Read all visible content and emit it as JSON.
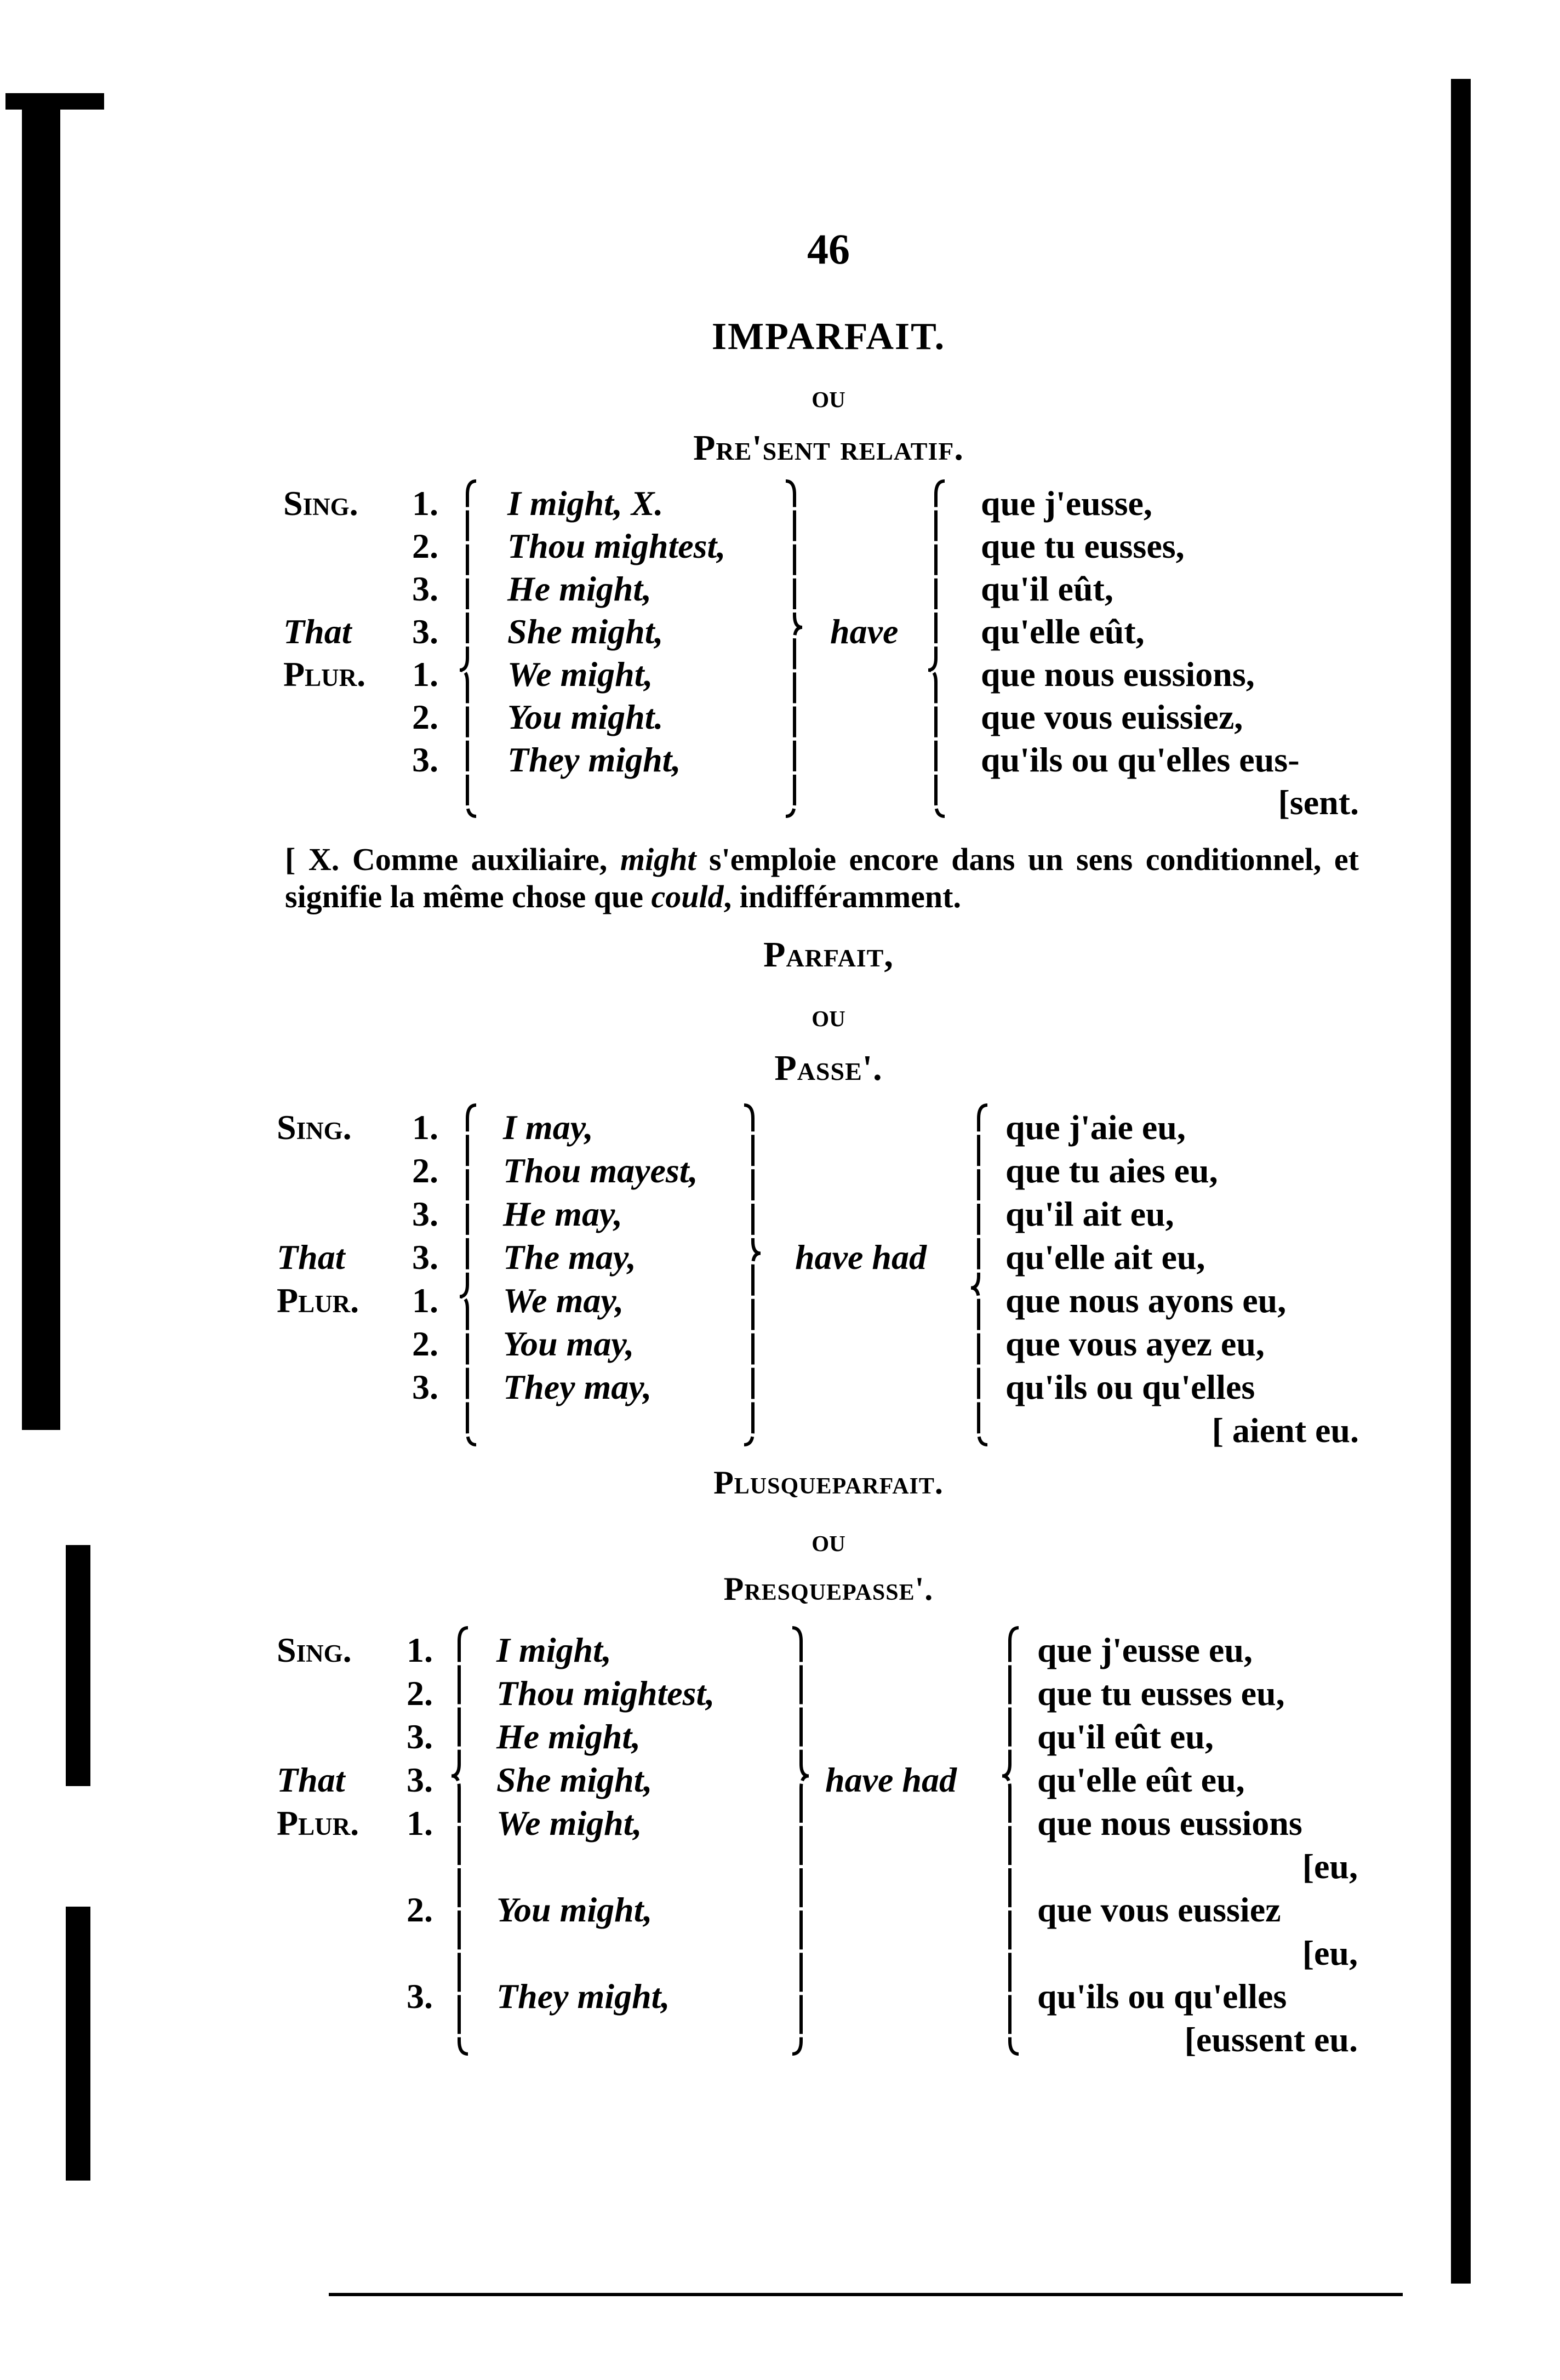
{
  "page_number": "46",
  "sections": [
    {
      "title": "IMPARFAIT.",
      "or": "ou",
      "subtitle": "Pre'sent relatif.",
      "middle": "have",
      "rows": [
        {
          "label": "Sing.",
          "num": "1.",
          "english": "I might, X.",
          "french": "que j'eusse,"
        },
        {
          "label": "",
          "num": "2.",
          "english": "Thou mightest,",
          "french": "que tu eusses,"
        },
        {
          "label": "",
          "num": "3.",
          "english": "He might,",
          "french": "qu'il eût,"
        },
        {
          "label": "That",
          "num": "3.",
          "english": "She might,",
          "french": "qu'elle eût,"
        },
        {
          "label": "Plur.",
          "num": "1.",
          "english": "We might,",
          "french": "que nous eussions,"
        },
        {
          "label": "",
          "num": "2.",
          "english": "You might.",
          "french": "que vous euissiez,"
        },
        {
          "label": "",
          "num": "3.",
          "english": "They might,",
          "french": "qu'ils ou qu'elles eus-"
        },
        {
          "label": "",
          "num": "",
          "english": "",
          "french": "[sent.",
          "french_align": "right"
        }
      ]
    },
    {
      "title": "Parfait,",
      "or": "ou",
      "subtitle": "",
      "middle": "have had",
      "rows": [
        {
          "label": "Sing.",
          "num": "1.",
          "english": "I may,",
          "french": "que j'aie eu,"
        },
        {
          "label": "",
          "num": "2.",
          "english": "Thou mayest,",
          "french": "que tu aies eu,"
        },
        {
          "label": "",
          "num": "3.",
          "english": "He may,",
          "french": "qu'il ait eu,"
        },
        {
          "label": "That",
          "num": "3.",
          "english": "The may,",
          "french": "qu'elle ait eu,"
        },
        {
          "label": "Plur.",
          "num": "1.",
          "english": "We may,",
          "french": "que nous ayons eu,"
        },
        {
          "label": "",
          "num": "2.",
          "english": "You may,",
          "french": "que vous ayez eu,"
        },
        {
          "label": "",
          "num": "3.",
          "english": "They may,",
          "french": "qu'ils ou qu'elles"
        },
        {
          "label": "",
          "num": "",
          "english": "",
          "french": "[ aient eu.",
          "french_align": "right"
        }
      ]
    },
    {
      "title": "Plusqueparfait.",
      "or": "ou",
      "subtitle": "Presquepasse'.",
      "middle": "have had",
      "rows": [
        {
          "label": "Sing.",
          "num": "1.",
          "english": "I might,",
          "french": "que j'eusse eu,"
        },
        {
          "label": "",
          "num": "2.",
          "english": "Thou mightest,",
          "french": "que tu eusses eu,"
        },
        {
          "label": "",
          "num": "3.",
          "english": "He might,",
          "french": "qu'il eût eu,"
        },
        {
          "label": "That",
          "num": "3.",
          "english": "She might,",
          "french": "qu'elle eût eu,"
        },
        {
          "label": "Plur.",
          "num": "1.",
          "english": "We might,",
          "french": "que nous eussions"
        },
        {
          "label": "",
          "num": "",
          "english": "",
          "french": "[eu,",
          "french_align": "right"
        },
        {
          "label": "",
          "num": "2.",
          "english": "You might,",
          "french": "que vous eussiez"
        },
        {
          "label": "",
          "num": "",
          "english": "",
          "french": "[eu,",
          "french_align": "right"
        },
        {
          "label": "",
          "num": "3.",
          "english": "They might,",
          "french": "qu'ils ou qu'elles"
        },
        {
          "label": "",
          "num": "",
          "english": "",
          "french": "[eussent eu.",
          "french_align": "right"
        }
      ]
    }
  ],
  "parfait_subtitle": "Passe'.",
  "note": {
    "parts": [
      {
        "text": "[ X. Comme auxiliaire, ",
        "italic": false
      },
      {
        "text": "might",
        "italic": true
      },
      {
        "text": " s'emploie encore dans un sens conditionnel, et signifie la même chose que ",
        "italic": false
      },
      {
        "text": "could",
        "italic": true
      },
      {
        "text": ", indifféramment.",
        "italic": false
      }
    ]
  }
}
